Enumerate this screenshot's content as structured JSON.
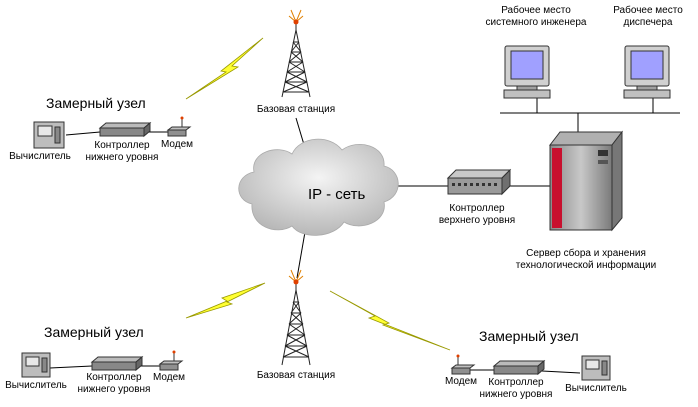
{
  "network": {
    "cloud_label": "IP - сеть",
    "upper_controller": {
      "line1": "Контроллер",
      "line2": "верхнего уровня"
    },
    "server": {
      "line1": "Сервер сбора и хранения",
      "line2": "технологической информации"
    }
  },
  "workstations": [
    {
      "line1": "Рабочее место",
      "line2": "системного инженера"
    },
    {
      "line1": "Рабочее место",
      "line2": "диспечера"
    }
  ],
  "base_stations": [
    {
      "label": "Базовая станция"
    },
    {
      "label": "Базовая станция"
    }
  ],
  "nodes": [
    {
      "title": "Замерный узел",
      "calculator": "Вычислитель",
      "controller": {
        "line1": "Контроллер",
        "line2": "нижнего уровня"
      },
      "modem": "Модем"
    },
    {
      "title": "Замерный узел",
      "calculator": "Вычислитель",
      "controller": {
        "line1": "Контроллер",
        "line2": "нижнего уровня"
      },
      "modem": "Модем"
    },
    {
      "title": "Замерный узел",
      "calculator": "Вычислитель",
      "controller": {
        "line1": "Контроллер",
        "line2": "нижнего уровня"
      },
      "modem": "Модем"
    }
  ],
  "colors": {
    "lightning": "#ffff33",
    "server_red": "#c8102e",
    "monitor_screen": "#a0a0ff",
    "cloud": "#d9d9d9"
  }
}
